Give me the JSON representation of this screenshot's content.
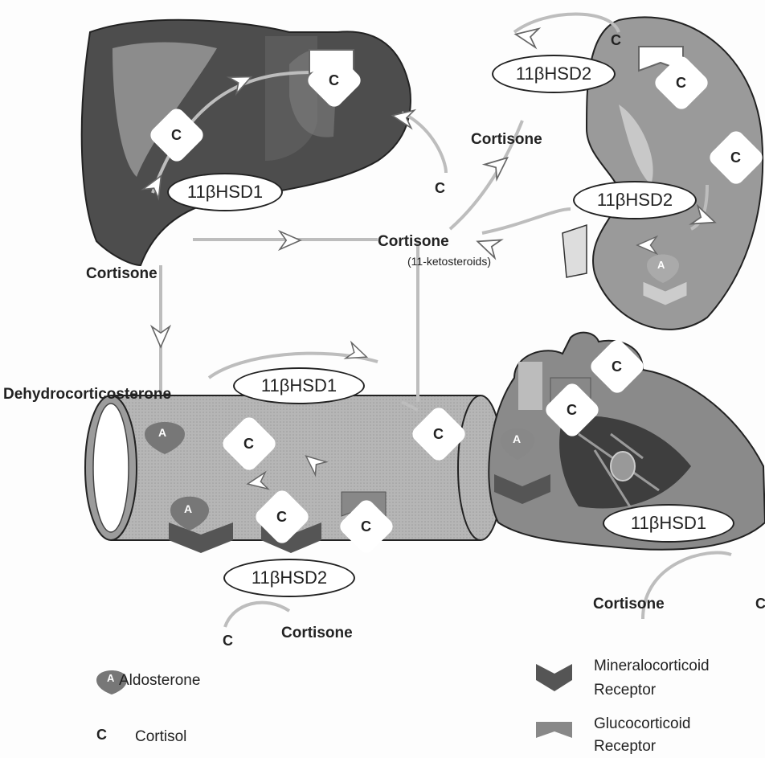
{
  "labels": {
    "cortisone_liver": "Cortisone",
    "cortisone_center": "Cortisone",
    "ketosteroids": "(11-ketosteroids)",
    "cortisone_kidney": "Cortisone",
    "dehydrocorticosterone": "Dehydrocorticosterone",
    "cortisone_vessel": "Cortisone",
    "cortisone_heart": "Cortisone",
    "c_liver_free": "C",
    "c_vessel_free": "C",
    "c_heart_free": "C"
  },
  "enzymes": {
    "liver": "11βHSD1",
    "kidney_top": "11βHSD2",
    "kidney_mid": "11βHSD2",
    "vessel_top": "11βHSD1",
    "vessel_bottom": "11βHSD2",
    "heart": "11βHSD1"
  },
  "markers": {
    "cortisol": "C",
    "aldosterone": "A"
  },
  "legend": {
    "aldosterone": "Aldosterone",
    "cortisol_symbol": "C",
    "cortisol": "Cortisol",
    "mineralocorticoid": "Mineralocorticoid\nReceptor",
    "mineralocorticoid_line1": "Mineralocorticoid",
    "mineralocorticoid_line2": "Receptor",
    "glucocorticoid_line1": "Glucocorticoid",
    "glucocorticoid_line2": "Receptor"
  },
  "colors": {
    "organ_dark": "#4a4a4a",
    "organ_mid": "#8a8a8a",
    "vessel": "#b8b8b8",
    "line": "#bdbdbd",
    "receptor_dark": "#555555",
    "aldosterone_fill": "#777777"
  }
}
